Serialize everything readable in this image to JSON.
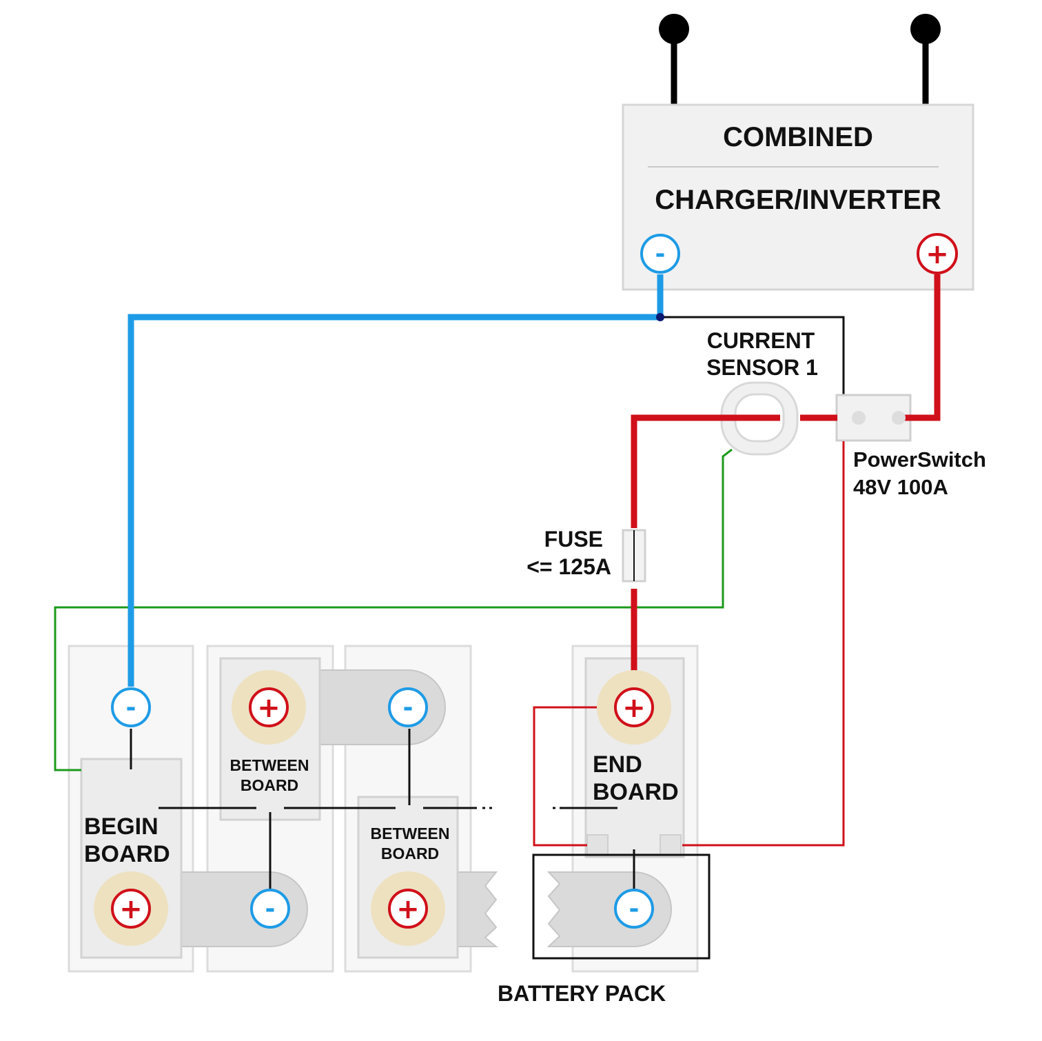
{
  "charger": {
    "title_line1": "COMBINED",
    "title_line2": "CHARGER/INVERTER",
    "neg_symbol": "-",
    "pos_symbol": "+"
  },
  "current_sensor": {
    "line1": "CURRENT",
    "line2": "SENSOR 1"
  },
  "power_switch": {
    "line1": "PowerSwitch",
    "line2": "48V 100A"
  },
  "fuse": {
    "line1": "FUSE",
    "line2": "<= 125A"
  },
  "boards": {
    "begin": {
      "line1": "BEGIN",
      "line2": "BOARD"
    },
    "between1": {
      "line1": "BETWEEN",
      "line2": "BOARD"
    },
    "between2": {
      "line1": "BETWEEN",
      "line2": "BOARD"
    },
    "end": {
      "line1": "END",
      "line2": "BOARD"
    }
  },
  "battery_pack_label": "BATTERY PACK",
  "terminal_symbols": {
    "positive": "+",
    "negative": "-"
  },
  "colors": {
    "negative_wire": "#1e9be6",
    "positive_wire": "#d0101a",
    "sense_wire": "#1c9a1c",
    "signal_wire": "#111111",
    "terminal_pad": "#ede1c0",
    "cell_fill": "#f7f7f7",
    "board_fill": "#ececec",
    "busbar_fill": "#dadada"
  }
}
